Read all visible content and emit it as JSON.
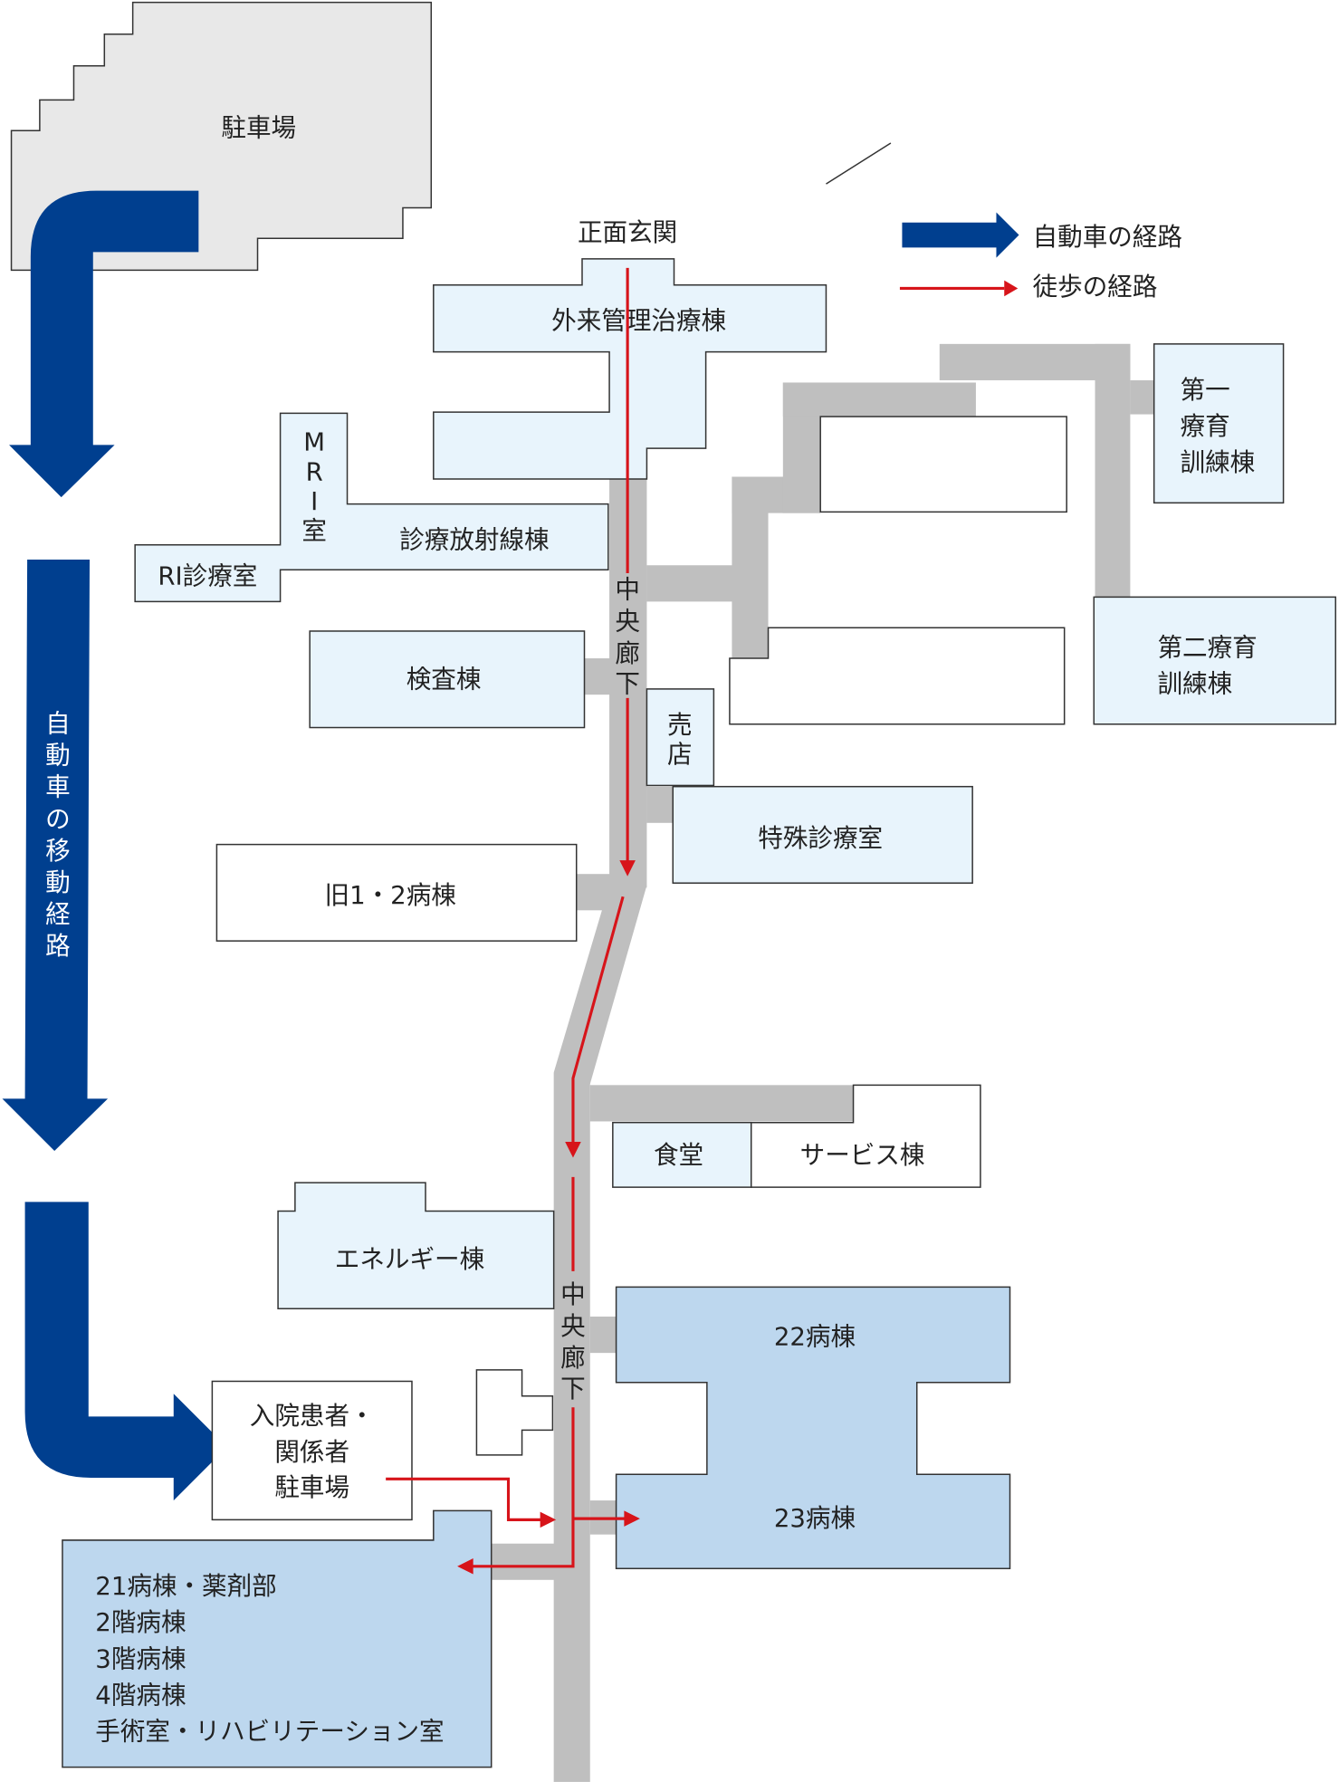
{
  "colors": {
    "car_route": "#003f8f",
    "walk_route": "#d7141a",
    "building": "#e8f4fc",
    "ward": "#bdd7ee",
    "corridor": "#bfbfbf",
    "parking": "#e8e8e8"
  },
  "legend": {
    "car": "自動車の経路",
    "walk": "徒歩の経路"
  },
  "car_route_label": [
    "自",
    "動",
    "車",
    "の",
    "移",
    "動",
    "経",
    "路"
  ],
  "entrance": "正面玄関",
  "buildings": {
    "parking": "駐車場",
    "outpatient": "外来管理治療棟",
    "mri": [
      "M",
      "R",
      "I",
      "室"
    ],
    "radiology": "診療放射線棟",
    "ri": "RI診療室",
    "lab": "検査棟",
    "shop": [
      "売",
      "店"
    ],
    "special": "特殊診療室",
    "old_ward": "旧1・2病棟",
    "therapy1": [
      "第一",
      "療育",
      "訓練棟"
    ],
    "therapy2": [
      "第二療育",
      "訓練棟"
    ],
    "cafeteria": "食堂",
    "service": "サービス棟",
    "energy": "エネルギー棟",
    "ward22": "22病棟",
    "ward23": "23病棟",
    "inpatient_parking": [
      "入院患者・",
      "関係者",
      "駐車場"
    ],
    "ward21": [
      "21病棟・薬剤部",
      "2階病棟",
      "3階病棟",
      "4階病棟",
      "手術室・リハビリテーション室"
    ]
  },
  "corridor_label": [
    "中",
    "央",
    "廊",
    "下"
  ]
}
